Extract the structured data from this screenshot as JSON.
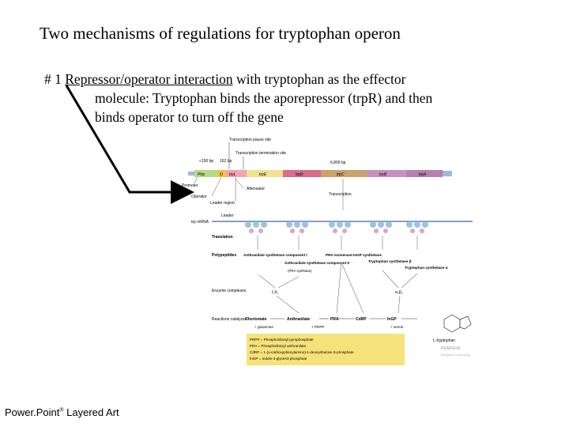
{
  "slide": {
    "title": "Two mechanisms of regulations for tryptophan operon",
    "bullet": {
      "number": "# 1",
      "underlined": "Repressor/operator interaction",
      "rest_line1": " with tryptophan as the effector",
      "line2": "molecule: Tryptophan binds the aporepressor (trpR) and then",
      "line3": "binds operator to turn off the gene"
    },
    "footer": {
      "brand": "Power.Point",
      "mark": "®",
      "suffix": " Layered Art"
    }
  },
  "figure": {
    "top_labels": {
      "pause_site": "Transcription pause site",
      "term_site": "Transcription termination site",
      "bp150": "<150 bp",
      "bp162": "162 bp",
      "bp6800": "6,800 bp"
    },
    "genes": [
      "Ptrp",
      "O",
      "trpL",
      "trpE",
      "trpD",
      "trpC",
      "trpB",
      "trpA"
    ],
    "gene_colors": [
      "#b9d98a",
      "#f4c242",
      "#f3a3b2",
      "#f0e18d",
      "#d86d8d",
      "#c9a26c",
      "#c791bd",
      "#b680ad"
    ],
    "left_labels": {
      "promoter": "Promoter",
      "operator": "Operator",
      "leader_region": "Leader region",
      "attenuator": "Attenuator",
      "transcription": "Transcription",
      "leader": "Leader",
      "mrna": "trp mRNA",
      "translation": "Translation",
      "polypeptides": "Polypeptides",
      "enzyme_complexes": "Enzyme complexes",
      "reactions": "Reactions catalyzed"
    },
    "polypeptides": [
      "Anthranilate synthetase component I",
      "Anthranilate synthetase component II",
      "PRA isomerase-InGP synthetase",
      "Tryptophan synthetase β",
      "Tryptophan synthetase α"
    ],
    "pra_synthase": "(PRA synthase)",
    "complexes": [
      "I₂II₂",
      "α₂β₂"
    ],
    "pathway": [
      "Chorismate",
      "Anthranilate",
      "PRA",
      "CdRP",
      "InGP",
      "L-tryptophan"
    ],
    "substrates": [
      "+ glutamine",
      "+ PRPP",
      "+ serine"
    ],
    "legend": [
      "PRPP = Phosphoribosyl pyrophosphate",
      "PRA = Phosphoribosyl anthranilate",
      "CdRP = 1-(o-carboxyphenylamino)-1-deoxyribulose 5-phosphate",
      "InGP = Indole-3-glycerol phosphate"
    ],
    "publisher": "PEARSON",
    "publisher_sub": "Benjamin Cummings"
  }
}
